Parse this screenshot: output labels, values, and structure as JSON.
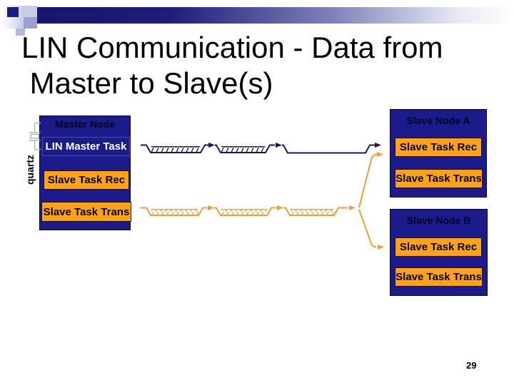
{
  "slide": {
    "title_lines": [
      "LIN Communication - Data from",
      " Master to Slave(s)"
    ],
    "page_number": "29"
  },
  "master_node": {
    "title": "Master Node",
    "quartz_label": "quartz",
    "tasks": [
      {
        "label": "LIN Master Task"
      },
      {
        "label": "Slave Task Rec"
      },
      {
        "label": "Slave Task Trans"
      }
    ]
  },
  "slave_node_a": {
    "title": "Slave Node A",
    "tasks": [
      {
        "label": "Slave Task Rec"
      },
      {
        "label": "Slave Task Trans"
      }
    ]
  },
  "slave_node_b": {
    "title": "Slave Node B",
    "tasks": [
      {
        "label": "Slave Task Rec"
      },
      {
        "label": "Slave Task Trans"
      }
    ]
  },
  "colors": {
    "node_box_navy": "#1b1b8c",
    "task_orange": "#ffa215",
    "master_waveform_navy": "#1a1a5a",
    "slave_waveform_orange": "#efa033",
    "header_bar_navy": "#16166e"
  }
}
